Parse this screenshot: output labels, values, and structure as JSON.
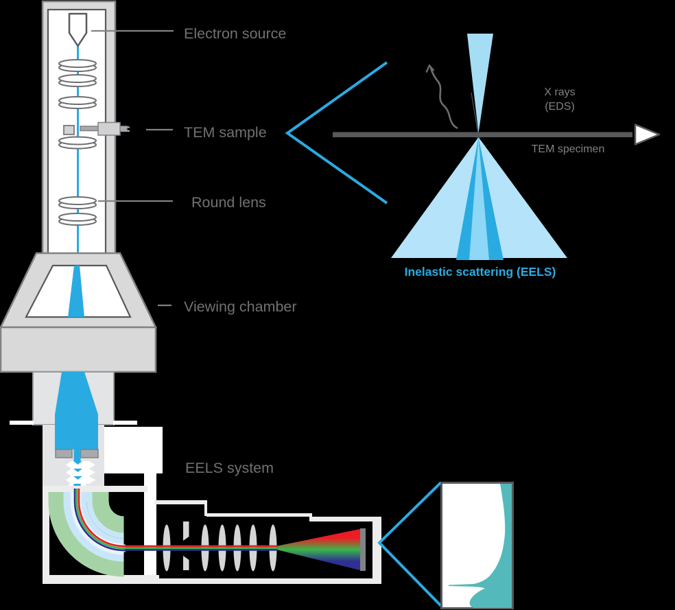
{
  "diagram": {
    "kind": "TEM with EELS spectrometer schematic",
    "labels": {
      "electron_source": "Electron source",
      "tem_sample": "TEM sample",
      "round_lens": "Round lens",
      "viewing_chamber": "Viewing chamber",
      "eels_system": "EELS system"
    },
    "scattering_inset": {
      "x_rays_line1": "X rays",
      "x_rays_line2": "(EDS)",
      "specimen": "TEM specimen",
      "inelastic": "Inelastic scattering (EELS)"
    },
    "colors": {
      "beam_blue": "#29abe2",
      "cone_light_blue": "#a5ddf5",
      "cone_pale_blue": "#b5e3f9",
      "cone_center_blue": "#8ed7f6",
      "prism_green": "#a6d3a6",
      "prism_pale_blue": "#c9e6f8",
      "spectrum_teal": "#54b9ba",
      "rainbow_red": "#ed1c24",
      "rainbow_green": "#39b54a",
      "rainbow_blue": "#2e3192",
      "label_gray": "#707173",
      "structure_gray": "#d9d9d9",
      "dark_gray": "#58595b"
    }
  }
}
